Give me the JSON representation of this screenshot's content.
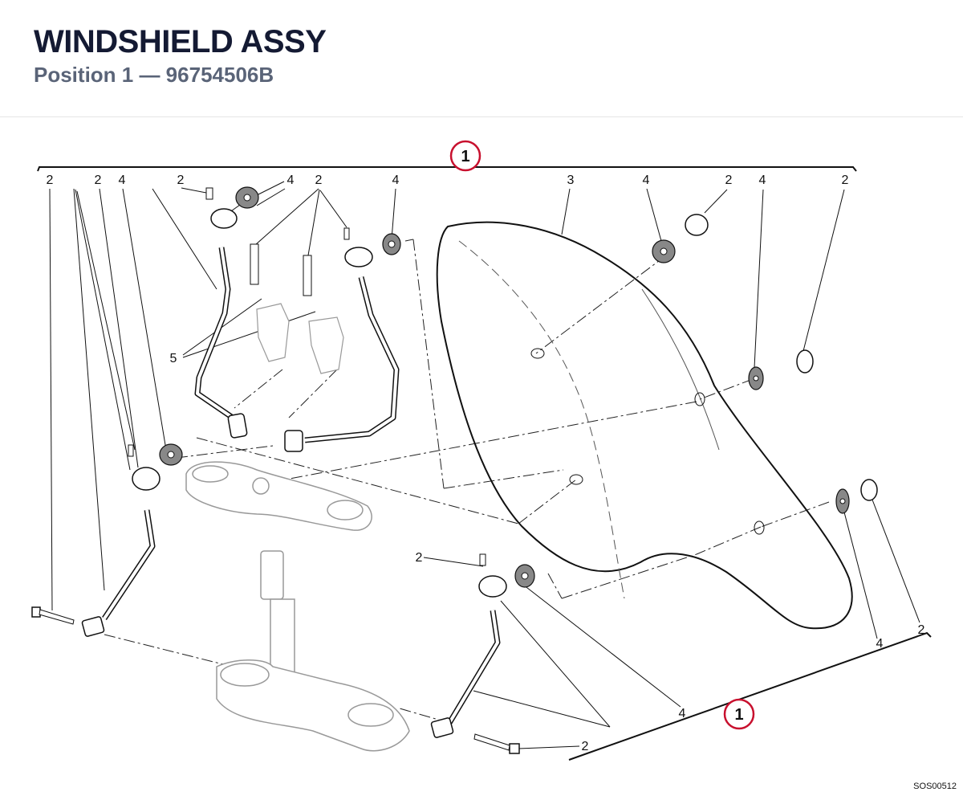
{
  "header": {
    "title": "WINDSHIELD ASSY",
    "subtitle": "Position 1 — 96754506B"
  },
  "callouts": {
    "top": "1",
    "bottom": "1"
  },
  "labels": {
    "top_row": [
      "2",
      "2",
      "4",
      "2",
      "4",
      "2",
      "4",
      "3",
      "4",
      "2",
      "4",
      "2"
    ],
    "five": "5",
    "left_bolt": "2",
    "right_four": "4",
    "right_two": "2",
    "bottom_four": "4",
    "bottom_two": "2"
  },
  "drawing_code": "SOS00512"
}
